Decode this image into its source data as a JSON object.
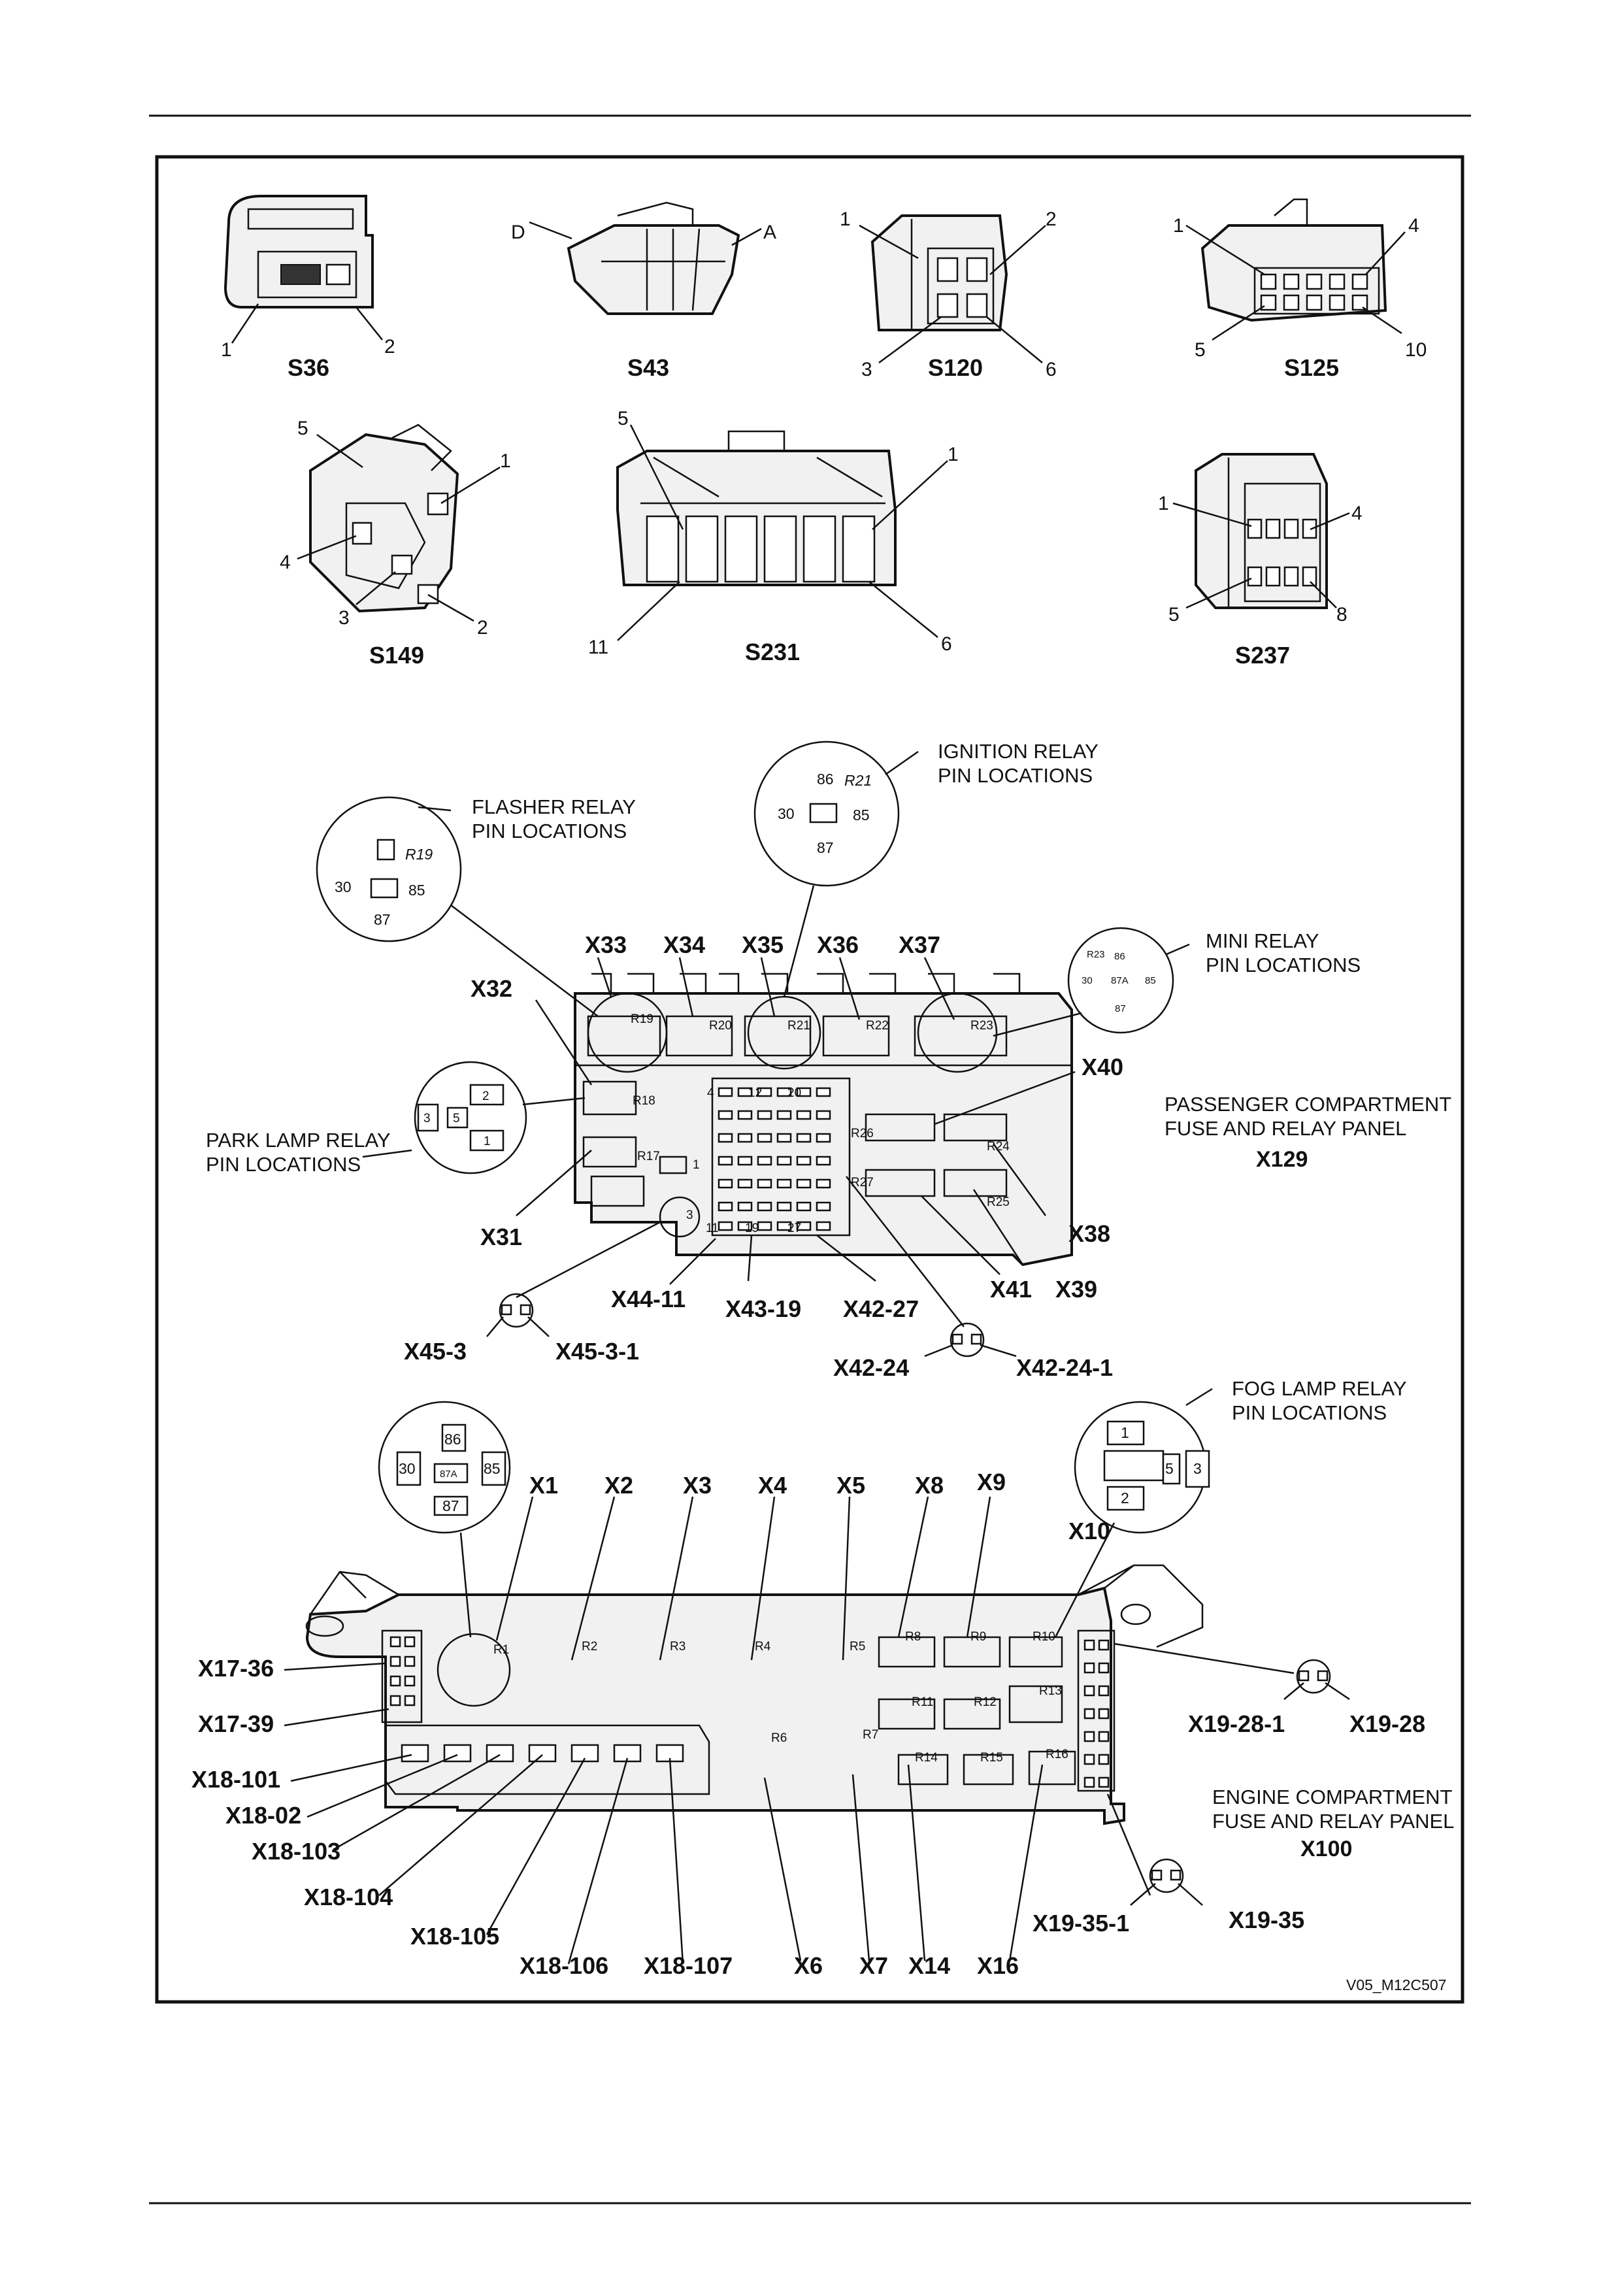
{
  "connectors": [
    {
      "id": "s36",
      "name": "S36",
      "pins": [
        "1",
        "2"
      ]
    },
    {
      "id": "s43",
      "name": "S43",
      "pins": [
        "D",
        "A"
      ]
    },
    {
      "id": "s120",
      "name": "S120",
      "pins": [
        "1",
        "2",
        "3",
        "6"
      ]
    },
    {
      "id": "s125",
      "name": "S125",
      "pins": [
        "1",
        "4",
        "5",
        "10"
      ]
    },
    {
      "id": "s149",
      "name": "S149",
      "pins": [
        "5",
        "1",
        "4",
        "3",
        "2"
      ]
    },
    {
      "id": "s231",
      "name": "S231",
      "pins": [
        "5",
        "1",
        "11",
        "6"
      ]
    },
    {
      "id": "s237",
      "name": "S237",
      "pins": [
        "1",
        "4",
        "5",
        "8"
      ]
    }
  ],
  "passenger_panel": {
    "title_line1": "PASSENGER COMPARTMENT",
    "title_line2": "FUSE AND RELAY PANEL",
    "code": "X129",
    "callouts": {
      "flasher": [
        "FLASHER RELAY",
        "PIN LOCATIONS"
      ],
      "ignition": [
        "IGNITION RELAY",
        "PIN LOCATIONS"
      ],
      "mini": [
        "MINI RELAY",
        "PIN LOCATIONS"
      ],
      "park": [
        "PARK LAMP RELAY",
        "PIN LOCATIONS"
      ]
    },
    "relay_pins": {
      "flasher": [
        "R19",
        "30",
        "85",
        "87"
      ],
      "ignition": [
        "86",
        "R21",
        "30",
        "85",
        "87"
      ],
      "mini": [
        "R23",
        "86",
        "30",
        "85",
        "87A",
        "87"
      ],
      "park": [
        "2",
        "3",
        "5",
        "1"
      ]
    },
    "labels": [
      "X33",
      "X34",
      "X35",
      "X36",
      "X37",
      "X32",
      "X40",
      "X31",
      "X38",
      "X39",
      "X41",
      "X44-11",
      "X43-19",
      "X42-27",
      "X45-3",
      "X45-3-1",
      "X42-24",
      "X42-24-1"
    ],
    "relay_ids": [
      "R19",
      "R20",
      "R21",
      "R22",
      "R23",
      "R18",
      "R17",
      "R26",
      "R24",
      "R27",
      "R25"
    ],
    "fuse_ids": [
      "4",
      "12",
      "20",
      "1",
      "3",
      "19",
      "27",
      "11"
    ]
  },
  "engine_panel": {
    "title_line1": "ENGINE COMPARTMENT",
    "title_line2": "FUSE AND RELAY PANEL",
    "code": "X100",
    "callouts": {
      "fog": [
        "FOG LAMP RELAY",
        "PIN LOCATIONS"
      ]
    },
    "relay_pins": {
      "std": [
        "86",
        "30",
        "85",
        "87A",
        "87"
      ],
      "fog": [
        "1",
        "5",
        "3",
        "2"
      ]
    },
    "top_labels": [
      "X1",
      "X2",
      "X3",
      "X4",
      "X5",
      "X8",
      "X9",
      "X10"
    ],
    "left_labels": [
      "X17-36",
      "X17-39",
      "X18-101",
      "X18-02",
      "X18-103",
      "X18-104",
      "X18-105",
      "X18-106",
      "X18-107"
    ],
    "bottom_labels": [
      "X6",
      "X7",
      "X14",
      "X16"
    ],
    "right_labels": [
      "X19-28-1",
      "X19-28",
      "X19-35-1",
      "X19-35"
    ],
    "relay_ids": [
      "R1",
      "R2",
      "R3",
      "R4",
      "R5",
      "R6",
      "R7",
      "R8",
      "R9",
      "R10",
      "R11",
      "R12",
      "R13",
      "R14",
      "R15",
      "R16"
    ]
  },
  "figure_code": "V05_M12C507"
}
